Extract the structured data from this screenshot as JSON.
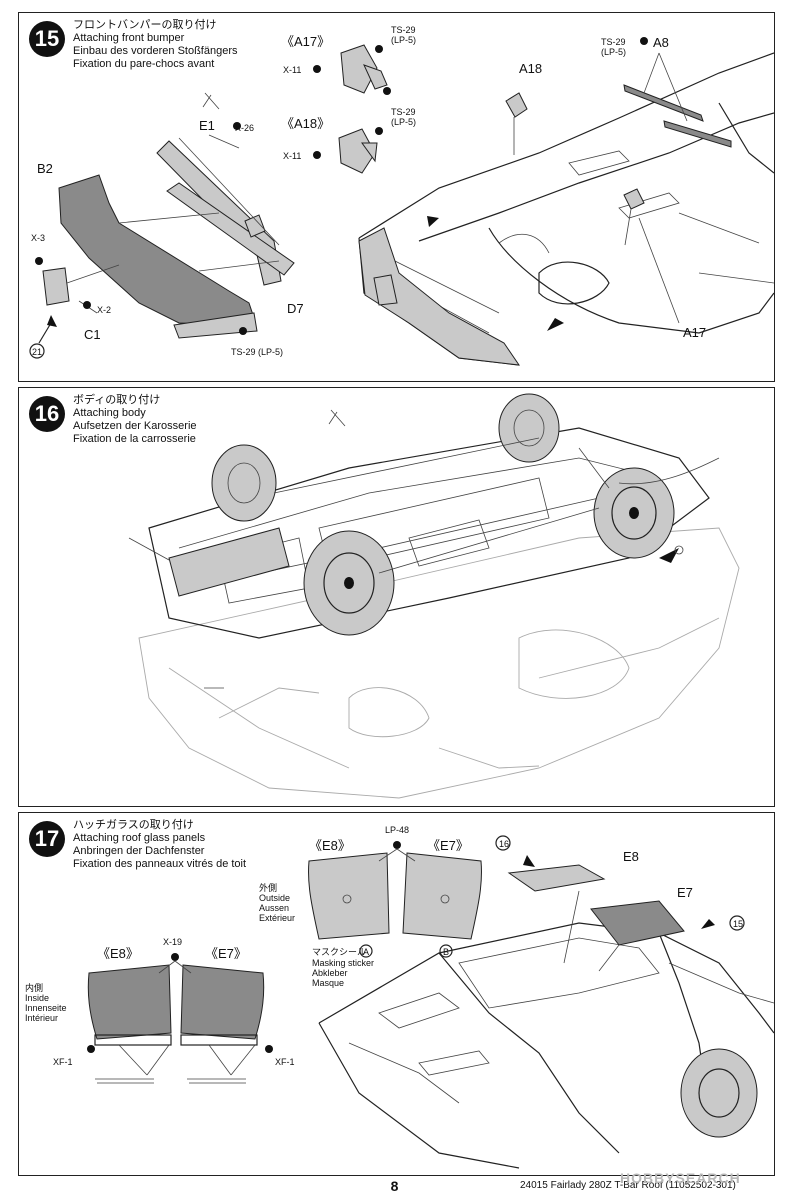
{
  "step15": {
    "number": "15",
    "title_jp": "フロントバンパーの取り付け",
    "title_en": "Attaching front bumper",
    "title_de": "Einbau des vorderen Stoßfängers",
    "title_fr": "Fixation du pare-chocs avant",
    "labels": {
      "b2": "B2",
      "e1": "E1",
      "x26": "X-26",
      "x3": "X-3",
      "x2": "X-2",
      "c1": "C1",
      "d7": "D7",
      "ts29_bottom": "TS-29 (LP-5)",
      "ref21": "21",
      "a17_title": "《A17》",
      "a18_title": "《A18》",
      "ts29_a17": "TS-29",
      "lp5_a17": "(LP-5)",
      "x11_a17": "X-11",
      "ts29_a18": "TS-29",
      "lp5_a18": "(LP-5)",
      "x11_a18": "X-11",
      "ts29_a8": "TS-29",
      "lp5_a8": "(LP-5)",
      "a8": "A8",
      "a18": "A18",
      "a17": "A17"
    }
  },
  "step16": {
    "number": "16",
    "title_jp": "ボディの取り付け",
    "title_en": "Attaching body",
    "title_de": "Aufsetzen der Karosserie",
    "title_fr": "Fixation de la carrosserie"
  },
  "step17": {
    "number": "17",
    "title_jp": "ハッチガラスの取り付け",
    "title_en": "Attaching roof glass panels",
    "title_de": "Anbringen der Dachfenster",
    "title_fr": "Fixation des panneaux vitrés de toit",
    "labels": {
      "e8_top": "《E8》",
      "e7_top": "《E7》",
      "lp48": "LP-48",
      "outside_jp": "外側",
      "outside_en": "Outside",
      "outside_de": "Aussen",
      "outside_fr": "Extérieur",
      "mask_jp": "マスクシール",
      "mask_a": "A",
      "mask_b": "B",
      "mask_en": "Masking sticker",
      "mask_de": "Abkleber",
      "mask_fr": "Masque",
      "e8_bottom": "《E8》",
      "e7_bottom": "《E7》",
      "x19": "X-19",
      "inside_jp": "内側",
      "inside_en": "Inside",
      "inside_de": "Innenseite",
      "inside_fr": "Intérieur",
      "xf1_left": "XF-1",
      "xf1_right": "XF-1",
      "ref16": "16",
      "ref15": "15",
      "e8": "E8",
      "e7": "E7"
    }
  },
  "footer": {
    "page_number": "8",
    "code": "24015  Fairlady 280Z T-Bar Roof (11052502-301)",
    "watermark": "HOBBYSEARCH"
  }
}
